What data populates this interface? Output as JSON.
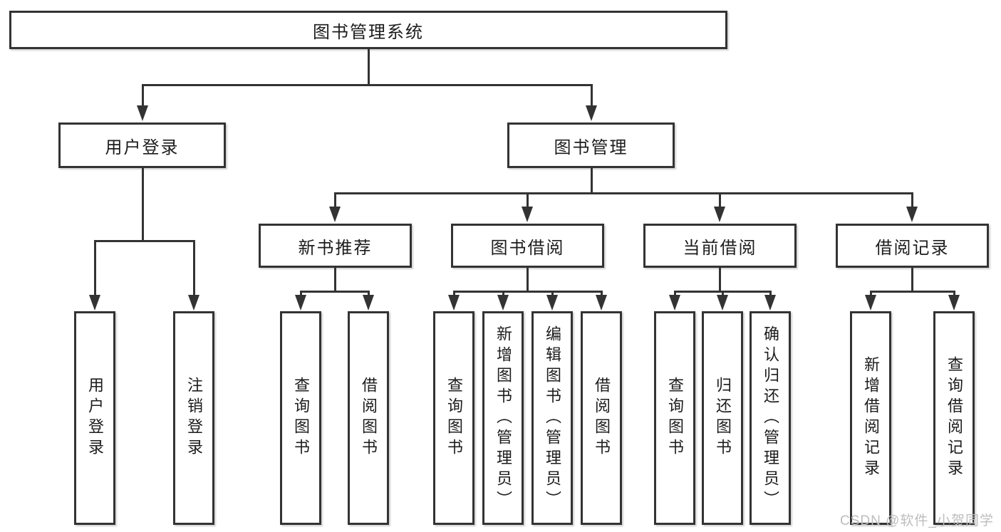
{
  "colors": {
    "line": "#333333",
    "text": "#1c1c1c",
    "background": "#ffffff",
    "watermark": "#bdbdbd"
  },
  "watermark": {
    "text": "CSDN @软件_小贺同学"
  },
  "tree": {
    "root": {
      "label": "图书管理系统",
      "children": [
        {
          "label": "用户登录",
          "children": [
            {
              "label": "用户登录"
            },
            {
              "label": "注销登录"
            }
          ]
        },
        {
          "label": "图书管理",
          "children": [
            {
              "label": "新书推荐",
              "children": [
                {
                  "label": "查询图书"
                },
                {
                  "label": "借阅图书"
                }
              ]
            },
            {
              "label": "图书借阅",
              "children": [
                {
                  "label": "查询图书"
                },
                {
                  "label": "新增图书（管理员）"
                },
                {
                  "label": "编辑图书（管理员）"
                },
                {
                  "label": "借阅图书"
                }
              ]
            },
            {
              "label": "当前借阅",
              "children": [
                {
                  "label": "查询图书"
                },
                {
                  "label": "归还图书"
                },
                {
                  "label": "确认归还（管理员）"
                }
              ]
            },
            {
              "label": "借阅记录",
              "children": [
                {
                  "label": "新增借阅记录"
                },
                {
                  "label": "查询借阅记录"
                }
              ]
            }
          ]
        }
      ]
    }
  }
}
